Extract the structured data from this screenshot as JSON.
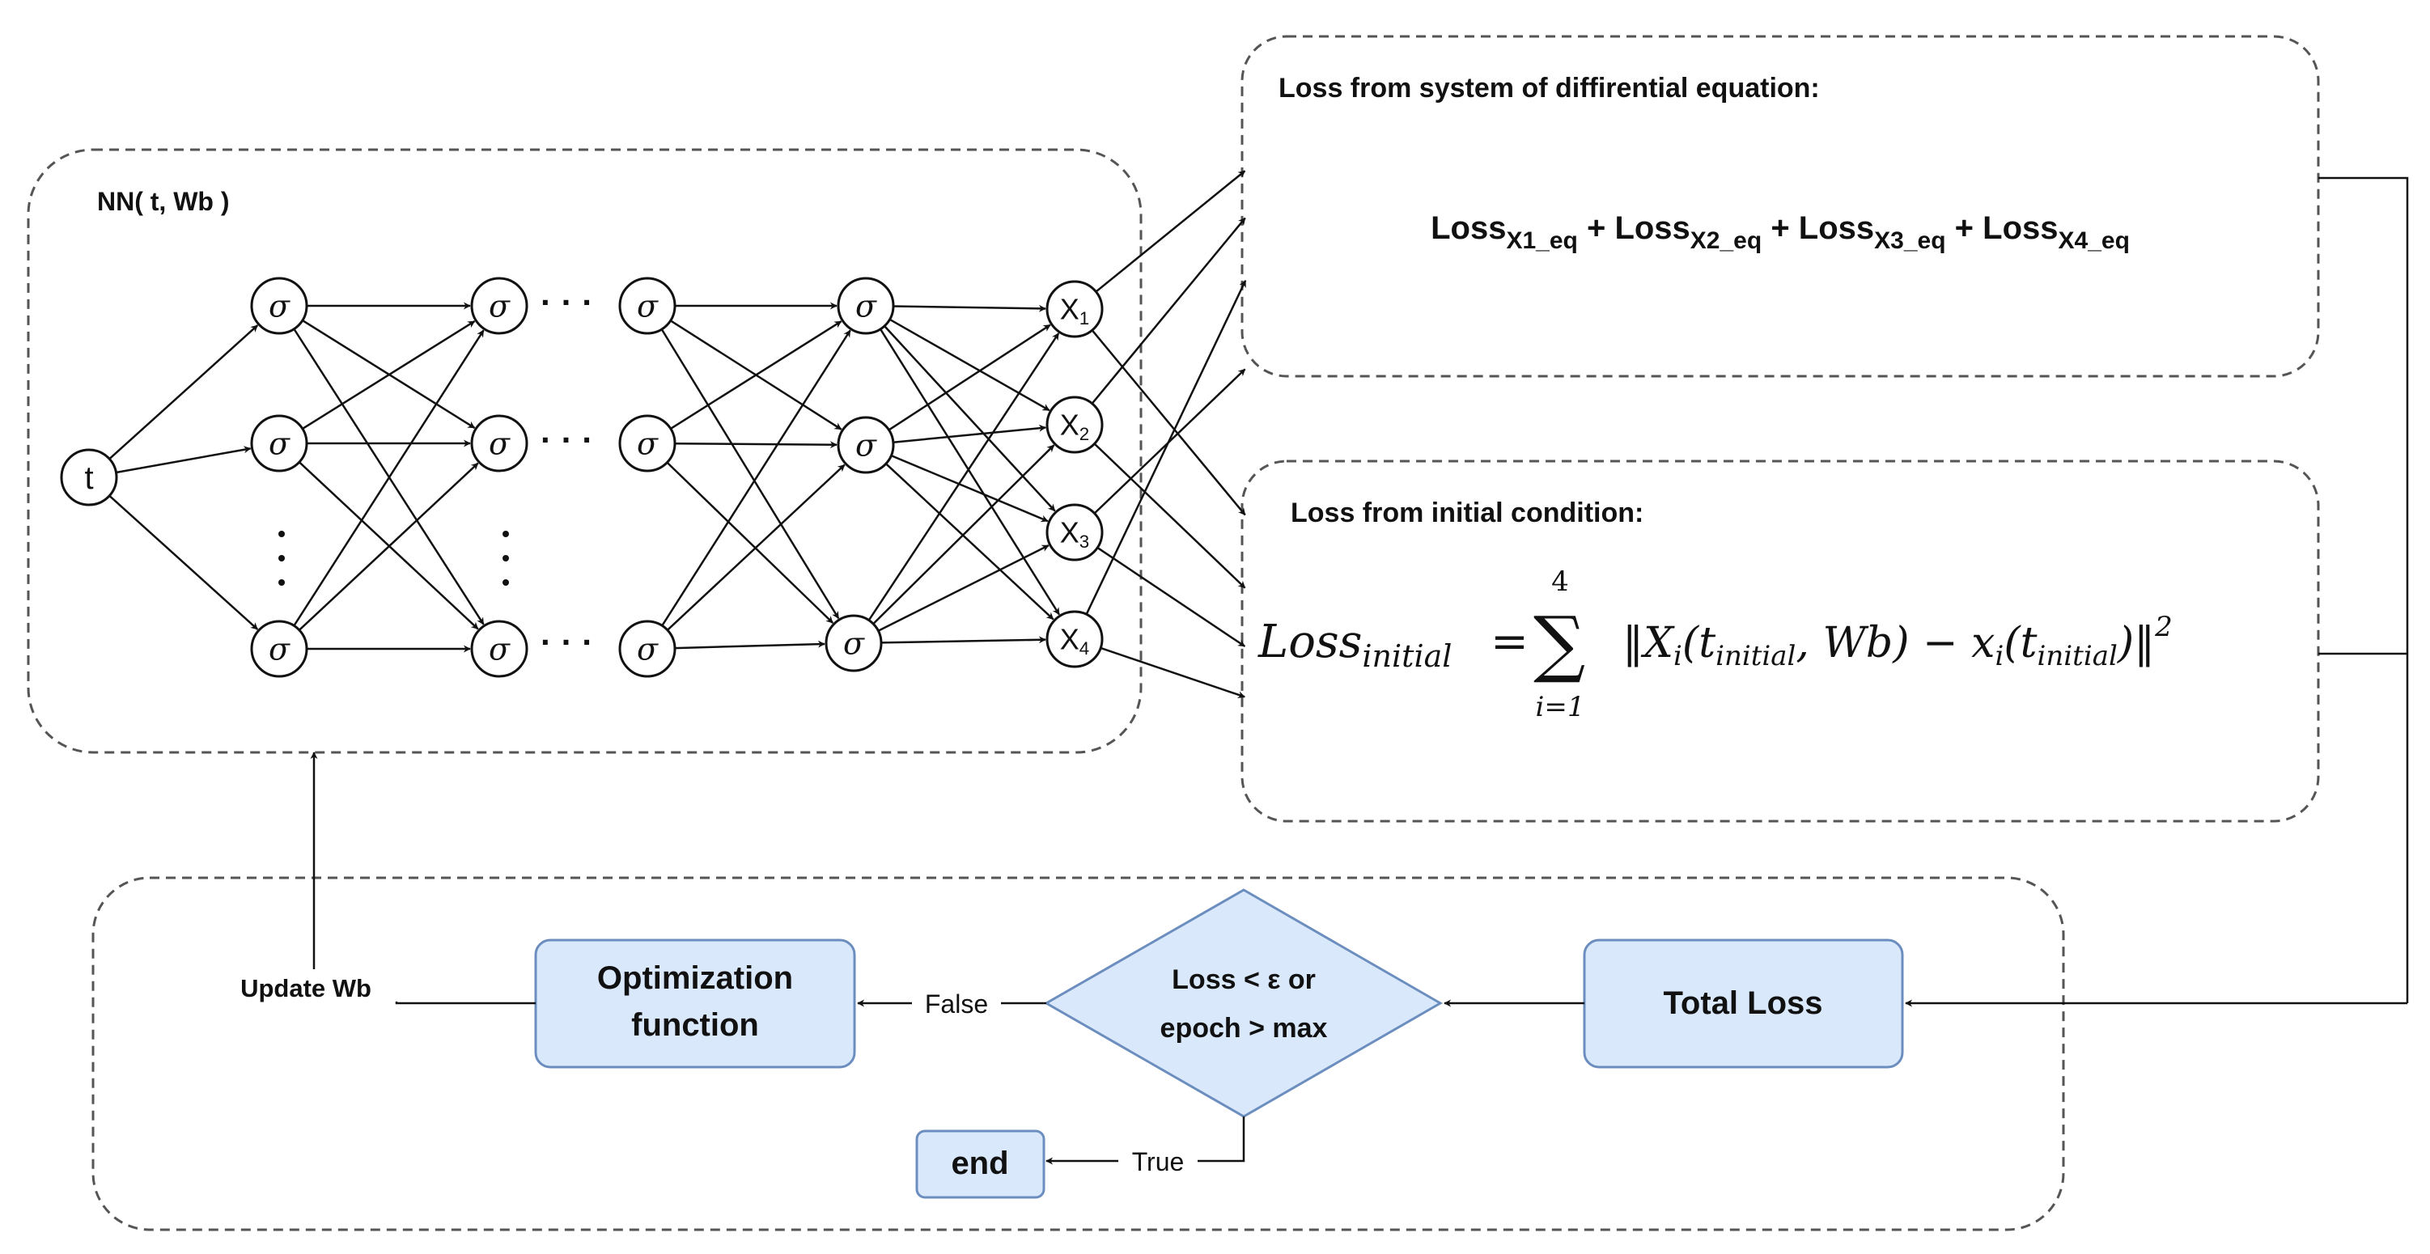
{
  "nn": {
    "title": "NN( t, Wb )",
    "input_label": "t",
    "sigma": "σ",
    "dots": "· · ·",
    "outputs": [
      {
        "base": "X",
        "sub": "1"
      },
      {
        "base": "X",
        "sub": "2"
      },
      {
        "base": "X",
        "sub": "3"
      },
      {
        "base": "X",
        "sub": "4"
      }
    ]
  },
  "ode_loss": {
    "title": "Loss from system of diffirential equation:",
    "terms": [
      {
        "base": "Loss",
        "sub": "X1_eq"
      },
      {
        "base": "Loss",
        "sub": "X2_eq"
      },
      {
        "base": "Loss",
        "sub": "X3_eq"
      },
      {
        "base": "Loss",
        "sub": "X4_eq"
      }
    ],
    "plus": "+"
  },
  "initial_loss": {
    "title": "Loss from initial condition:",
    "lhs": "Loss",
    "lhs_sub": "initial",
    "equals": "=",
    "sum_symbol": "∑",
    "sum_upper": "4",
    "sum_lower": "i=1",
    "body": {
      "open_norm": "‖",
      "f1": "X",
      "f1_sub": "i",
      "arg_open": "(t",
      "arg_sub": "initial",
      "arg_mid": ", Wb) − ",
      "f2": "x",
      "f2_sub": "i",
      "arg2_open": "(t",
      "arg2_sub": "initial",
      "close": ")‖",
      "power": "2"
    }
  },
  "flow": {
    "update_label": "Update Wb",
    "optimization": [
      "Optimization",
      "function"
    ],
    "decision": [
      "Loss < ε or",
      "epoch > max"
    ],
    "false_label": "False",
    "true_label": "True",
    "total_loss": "Total Loss",
    "end": "end"
  },
  "colors": {
    "flow_fill": "#dae8fc",
    "flow_stroke": "#6c8ebf"
  }
}
